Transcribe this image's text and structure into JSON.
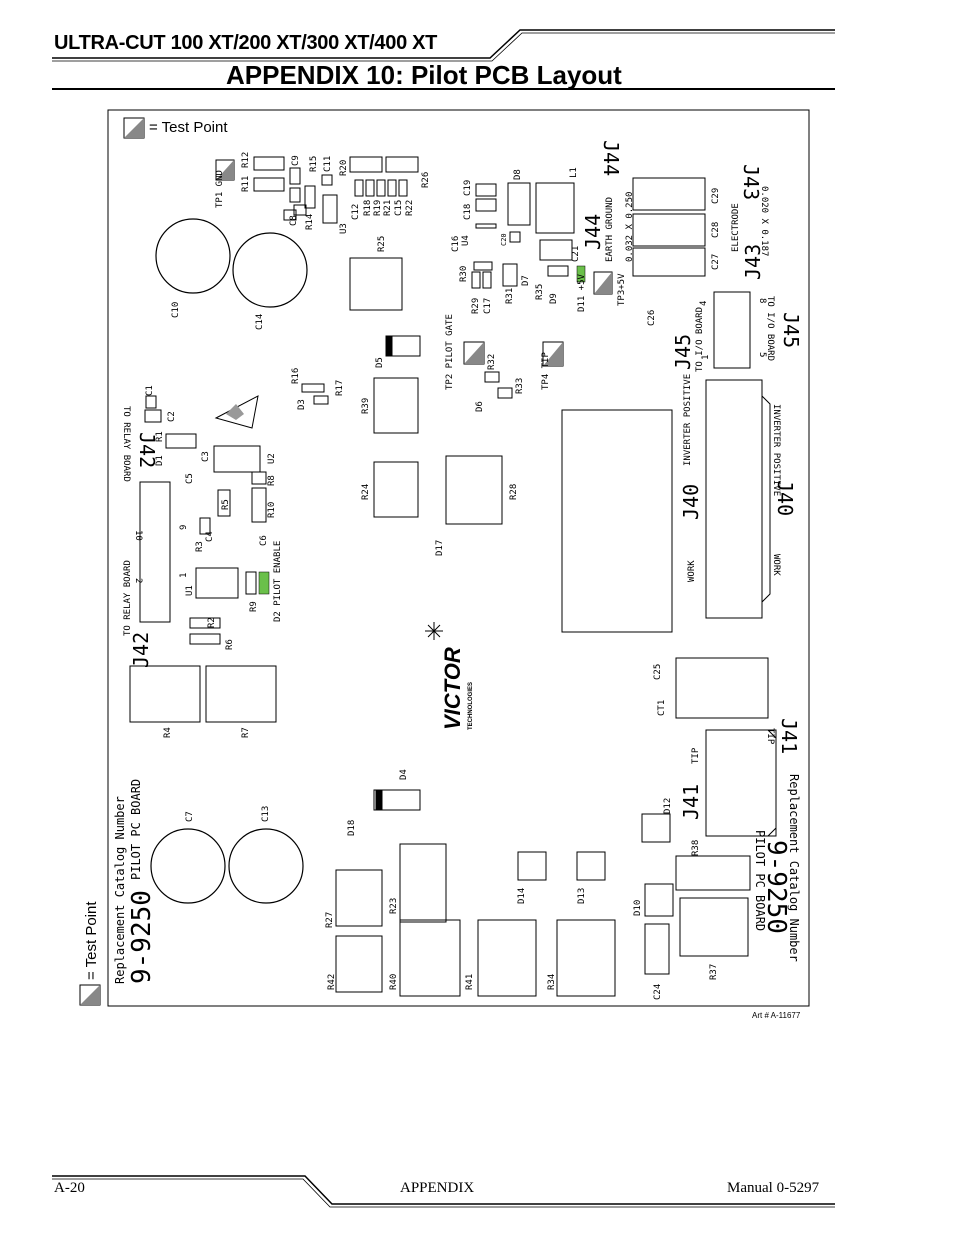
{
  "header": {
    "product": "ULTRA-CUT 100 XT/200 XT/300 XT/400 XT",
    "title": "APPENDIX 10:  Pilot PCB Layout"
  },
  "legend": {
    "top": "= Test Point",
    "left": "= Test Point"
  },
  "art_number": "Art # A-11677",
  "pcb": {
    "connectors": {
      "j42": "J42",
      "j42_label": "TO RELAY BOARD",
      "j43": "J43",
      "j44": "J44",
      "j45": "J45",
      "j45_label": "TO I/O BOARD",
      "j40": "J40",
      "j41": "J41",
      "inverter_positive": "INVERTER POSITIVE",
      "work": "WORK",
      "tip": "TIP",
      "electrode": "ELECTRODE",
      "earth_ground": "EARTH GROUND",
      "dim_a": "0.032 X 0.250",
      "dim_b": "0.020 X 0.187"
    },
    "test_points": {
      "tp1": "TP1 GND",
      "tp2": "TP2 PILOT GATE",
      "tp3": "TP3+5V",
      "tp4": "TP4 TIP"
    },
    "misc": {
      "pilot_enable": "D2 PILOT ENABLE",
      "d11": "D11 +5V",
      "catalog_1": "Replacement Catalog Number",
      "catalog_2": "PILOT PC BOARD",
      "catalog_num": "9-9250",
      "brand": "VICTOR",
      "brand_sub": "TECHNOLOGIES"
    },
    "refs": {
      "r11": "R11",
      "r12": "R12",
      "c9": "C9",
      "r15": "R15",
      "c11": "C11",
      "r20": "R20",
      "r26": "R26",
      "c10": "C10",
      "c8": "C8",
      "r14": "R14",
      "u3": "U3",
      "c12": "C12",
      "r18": "R18",
      "r19": "R19",
      "r21": "R21",
      "c15": "C15",
      "r22": "R22",
      "r25": "R25",
      "c10b": "C10",
      "c14": "C14",
      "c16": "C16",
      "u4": "U4",
      "c18": "C18",
      "c19": "C19",
      "d8": "D8",
      "l1": "L1",
      "c20": "C20",
      "c21": "C21",
      "r30": "R30",
      "r29": "R29",
      "c17": "C17",
      "r31": "R31",
      "d7": "D7",
      "r35": "R35",
      "d9": "D9",
      "c29": "C29",
      "c28": "C28",
      "c27": "C27",
      "c26": "C26",
      "r16": "R16",
      "r17": "R17",
      "d3": "D3",
      "d5": "D5",
      "r39": "R39",
      "r32": "R32",
      "r33": "R33",
      "d6": "D6",
      "c1": "C1",
      "c2": "C2",
      "r1": "R1",
      "d1": "D1",
      "c3": "C3",
      "r8": "R8",
      "u2": "U2",
      "c5": "C5",
      "r5": "R5",
      "r10": "R10",
      "c4": "C4",
      "r3": "R3",
      "c6": "C6",
      "u1": "U1",
      "r9": "R9",
      "r2": "R2",
      "r6": "R6",
      "r24": "R24",
      "r28": "R28",
      "d17": "D17",
      "r4": "R4",
      "r7": "R7",
      "c25": "C25",
      "ct1": "CT1",
      "d4": "D4",
      "d18": "D18",
      "c7": "C7",
      "c13": "C13",
      "r27": "R27",
      "r23": "R23",
      "r42": "R42",
      "r40": "R40",
      "r41": "R41",
      "r34": "R34",
      "d14": "D14",
      "d13": "D13",
      "d12": "D12",
      "r38": "R38",
      "d10": "D10",
      "r37": "R37",
      "c24": "C24"
    },
    "pins": {
      "p1": "1",
      "p2": "2",
      "p4": "4",
      "p5": "5",
      "p8": "8",
      "p9": "9",
      "p10": "10"
    }
  },
  "footer": {
    "page": "A-20",
    "section": "APPENDIX",
    "manual": "Manual 0-5297"
  }
}
